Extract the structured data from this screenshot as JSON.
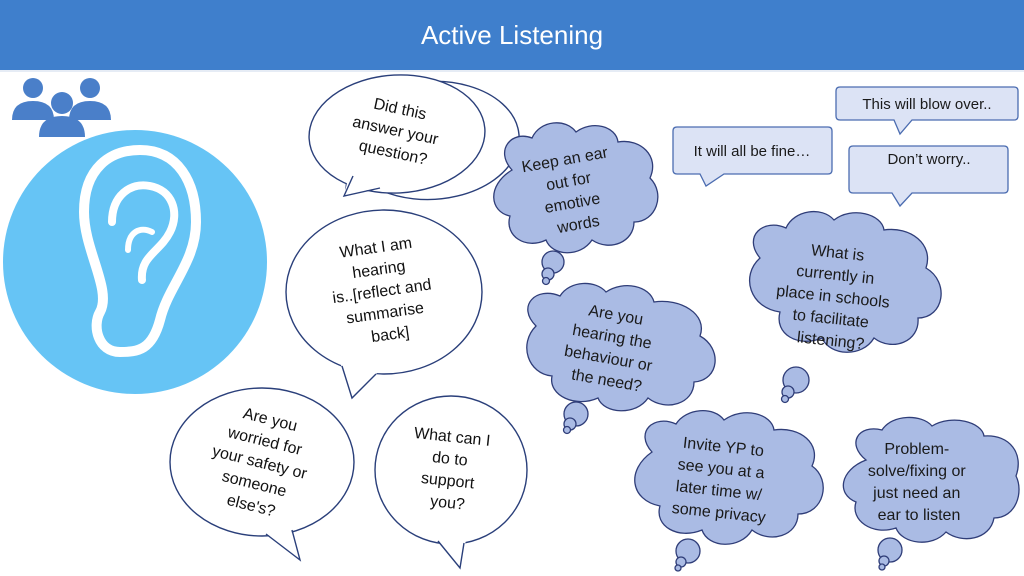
{
  "header": {
    "title": "Active Listening"
  },
  "icons": {
    "people": "people-group-icon",
    "ear": "ear-icon"
  },
  "colors": {
    "header_bg": "#3f7fcc",
    "ear_circle": "#66c4f5",
    "people_icon": "#4a7fc9",
    "cloud_fill": "#aabbe4",
    "cloud_stroke": "#2f3d78",
    "callout_fill": "#dce3f5",
    "callout_stroke": "#4b6cb0"
  },
  "speech_bubbles": [
    {
      "id": "answer",
      "lines": [
        "Did this",
        "answer your",
        "question?"
      ]
    },
    {
      "id": "hearing",
      "lines": [
        "What I am",
        "hearing",
        "is..[reflect and",
        "summarise",
        "back]"
      ]
    },
    {
      "id": "worried",
      "lines": [
        "Are you",
        "worried for",
        "your safety or",
        "someone",
        "else's?"
      ]
    },
    {
      "id": "support",
      "lines": [
        "What can I",
        "do to",
        "support",
        "you?"
      ]
    }
  ],
  "thought_clouds": [
    {
      "id": "emotive",
      "lines": [
        "Keep an ear",
        "out for",
        "emotive",
        "words"
      ]
    },
    {
      "id": "behaviour",
      "lines": [
        "Are you",
        "hearing the",
        "behaviour or",
        "the need?"
      ]
    },
    {
      "id": "schools",
      "lines": [
        "What is",
        "currently in",
        "place in schools",
        "to facilitate",
        "listening?"
      ]
    },
    {
      "id": "invite",
      "lines": [
        "Invite YP to",
        "see you at a",
        "later time w/",
        "some privacy"
      ]
    },
    {
      "id": "problem",
      "lines": [
        "Problem-",
        "solve/fixing or",
        "just need an",
        "ear to listen"
      ]
    }
  ],
  "callouts": [
    {
      "id": "blow",
      "text": "This will blow over.."
    },
    {
      "id": "fine",
      "text": "It will all be fine…"
    },
    {
      "id": "worry",
      "text": "Don’t worry.."
    }
  ]
}
